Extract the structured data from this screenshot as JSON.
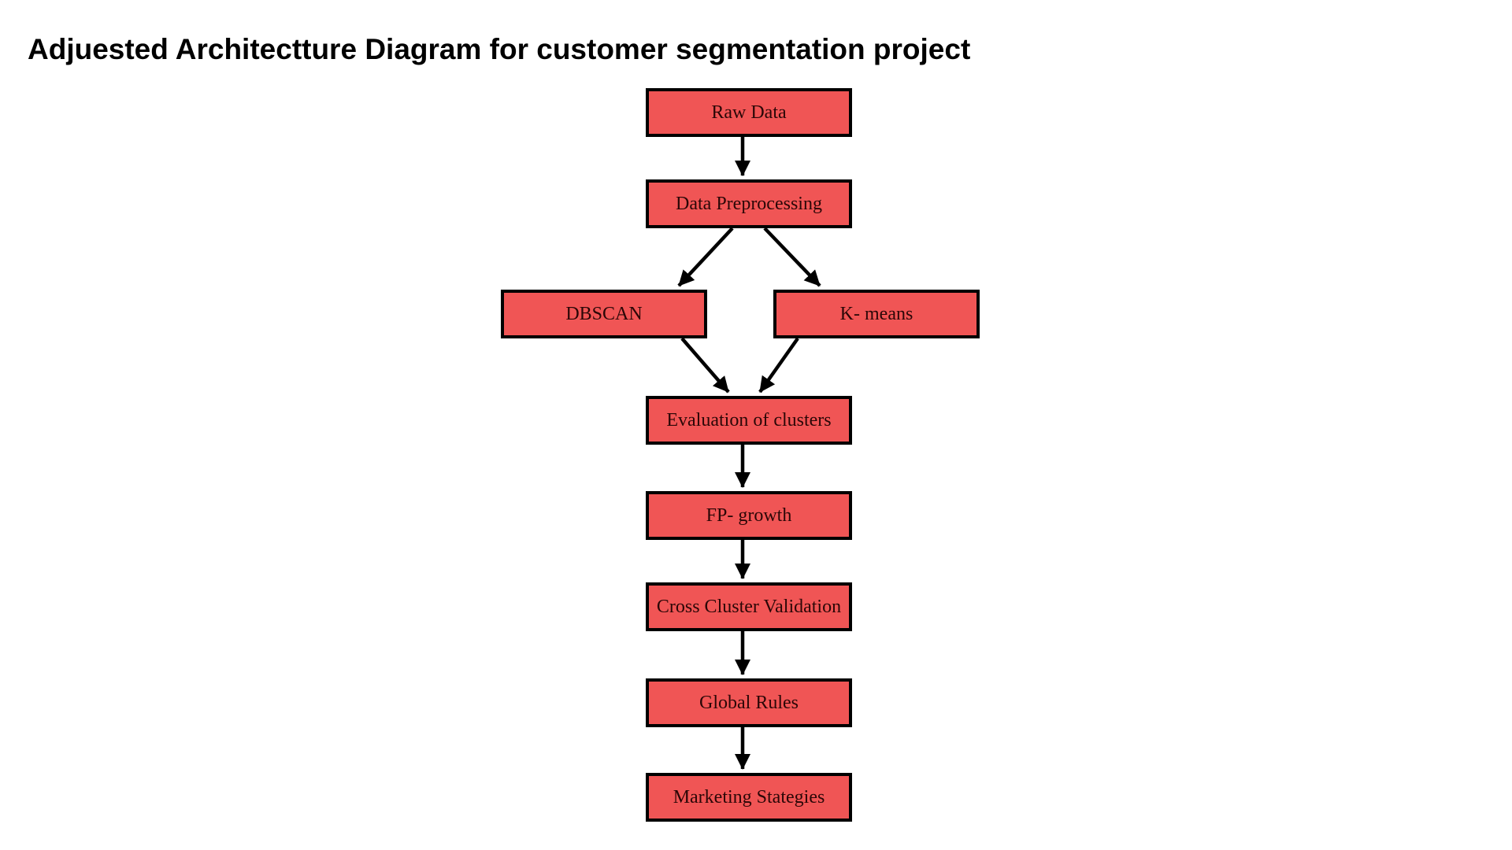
{
  "title": "Adjuested Architectture Diagram for customer segmentation project",
  "colors": {
    "background": "#ffffff",
    "node_fill": "#f05555",
    "node_border": "#000000",
    "node_text": "#2b0707",
    "arrow": "#000000"
  },
  "diagram": {
    "type": "flowchart",
    "nodes": [
      {
        "id": "raw-data",
        "label": "Raw Data"
      },
      {
        "id": "data-preprocessing",
        "label": "Data Preprocessing"
      },
      {
        "id": "dbscan",
        "label": "DBSCAN"
      },
      {
        "id": "k-means",
        "label": "K- means"
      },
      {
        "id": "evaluation-of-clusters",
        "label": "Evaluation of clusters"
      },
      {
        "id": "fp-growth",
        "label": "FP- growth"
      },
      {
        "id": "cross-cluster-validation",
        "label": "Cross Cluster Validation"
      },
      {
        "id": "global-rules",
        "label": "Global Rules"
      },
      {
        "id": "marketing-stategies",
        "label": "Marketing Stategies"
      }
    ],
    "edges": [
      {
        "from": "raw-data",
        "to": "data-preprocessing"
      },
      {
        "from": "data-preprocessing",
        "to": "dbscan"
      },
      {
        "from": "data-preprocessing",
        "to": "k-means"
      },
      {
        "from": "dbscan",
        "to": "evaluation-of-clusters"
      },
      {
        "from": "k-means",
        "to": "evaluation-of-clusters"
      },
      {
        "from": "evaluation-of-clusters",
        "to": "fp-growth"
      },
      {
        "from": "fp-growth",
        "to": "cross-cluster-validation"
      },
      {
        "from": "cross-cluster-validation",
        "to": "global-rules"
      },
      {
        "from": "global-rules",
        "to": "marketing-stategies"
      }
    ]
  }
}
